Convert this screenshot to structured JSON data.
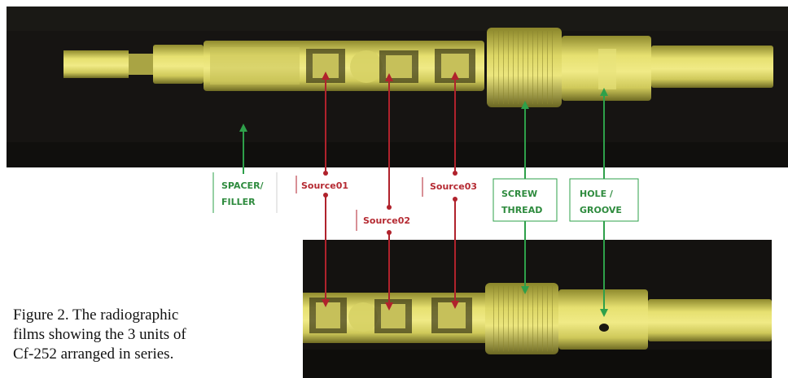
{
  "labels": {
    "spacer": [
      "SPACER/",
      "FILLER"
    ],
    "source01": "Source01",
    "source02": "Source02",
    "source03": "Source03",
    "screw": [
      "SCREW",
      "THREAD"
    ],
    "hole": [
      "HOLE /",
      "GROOVE"
    ]
  },
  "caption": {
    "line1": "Figure 2. The radiographic",
    "line2": "films showing the 3 units of",
    "line3": "Cf-252 arranged in series."
  },
  "colors": {
    "film_dark": "#141210",
    "capsule_yellow": "#d9d454",
    "pointer_green": "#2ea04a",
    "pointer_red": "#b0222c"
  }
}
